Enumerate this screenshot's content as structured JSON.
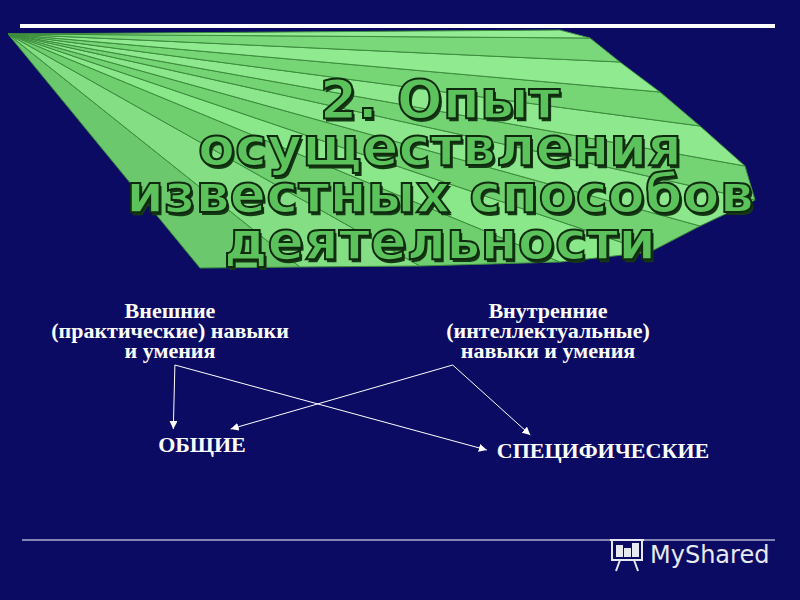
{
  "diagram": {
    "title": "2. Опыт осуществления известных способов деятельности",
    "nodes": [
      {
        "text": [
          "Внешние (практические) навыки и умения"
        ]
      },
      {
        "text": [
          "Внутренние (интеллектуальные) навыки и умения"
        ]
      },
      {
        "text": [
          "ОБЩИЕ"
        ]
      },
      {
        "text": [
          "СПЕЦИФИЧЕСКИЕ"
        ]
      }
    ],
    "edges": [
      {
        "from": 0,
        "to": 2,
        "arrow": "to"
      },
      {
        "from": 0,
        "to": 3,
        "arrow": "to"
      },
      {
        "from": 1,
        "to": 2,
        "arrow": "to"
      },
      {
        "from": 1,
        "to": 3,
        "arrow": "to"
      }
    ],
    "labels": [
      "MyShared"
    ]
  }
}
